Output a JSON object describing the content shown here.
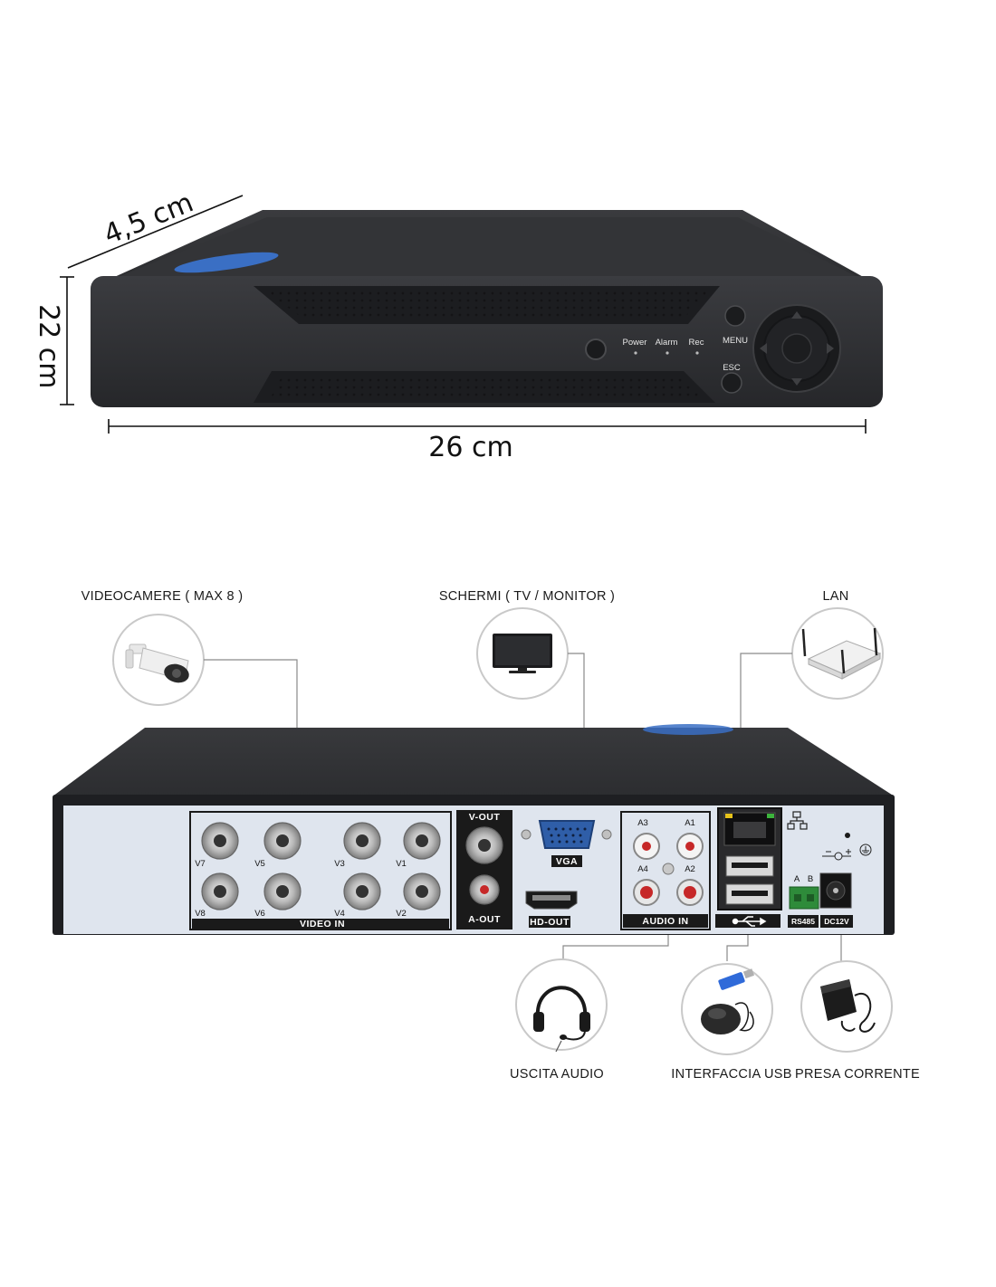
{
  "dimensions": {
    "depth": "4,5 cm",
    "height": "22 cm",
    "width": "26 cm"
  },
  "front_panel": {
    "leds": [
      "Power",
      "Alarm",
      "Rec"
    ],
    "menu_label": "MENU",
    "esc_label": "ESC"
  },
  "callouts": {
    "cameras": "VIDEOCAMERE ( MAX 8 )",
    "screens": "SCHERMI ( TV / MONITOR )",
    "lan": "LAN",
    "audio_out": "USCITA AUDIO",
    "usb": "INTERFACCIA USB",
    "power": "PRESA CORRENTE"
  },
  "rear_panel": {
    "video_in_channels_top": [
      "V7",
      "V5",
      "V3",
      "V1"
    ],
    "video_in_channels_bottom": [
      "V8",
      "V6",
      "V4",
      "V2"
    ],
    "video_in_label": "VIDEO IN",
    "v_out_label": "V-OUT",
    "a_out_label": "A-OUT",
    "vga_label": "VGA",
    "hd_out_label": "HD-OUT",
    "audio_channels": [
      "A3",
      "A1",
      "A4",
      "A2"
    ],
    "audio_in_label": "AUDIO IN",
    "rs485_pins": [
      "A",
      "B"
    ],
    "rs485_label": "RS485",
    "dc_label": "DC12V"
  }
}
